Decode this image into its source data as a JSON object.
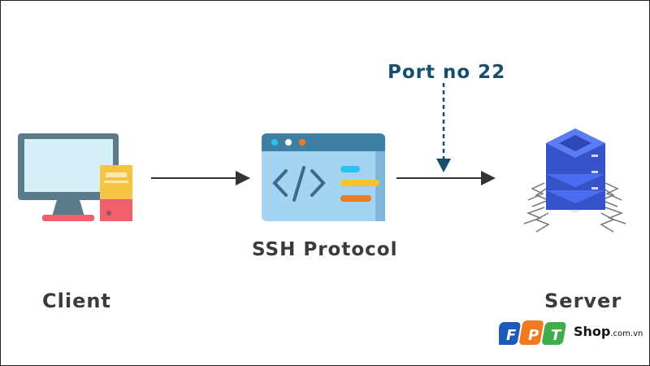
{
  "diagram": {
    "client_label": "Client",
    "protocol_label": "SSH Protocol",
    "port_label": "Port no 22",
    "server_label": "Server"
  },
  "logo": {
    "letters": [
      "F",
      "P",
      "T"
    ],
    "brand": "Shop",
    "domain": ".com.vn"
  },
  "colors": {
    "port_text": "#164f6b",
    "label_text": "#3b3b3b",
    "fpt_blue": "#1e5bb8",
    "fpt_orange": "#f07a22",
    "fpt_green": "#3fae49",
    "server_blue": "#3f5fe0"
  }
}
